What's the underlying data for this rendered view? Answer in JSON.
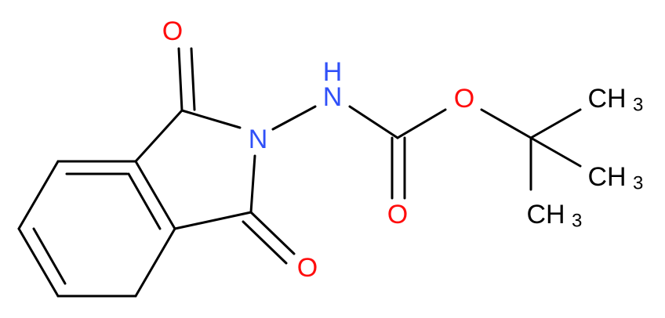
{
  "molecule": {
    "colors": {
      "bond": "#000000",
      "oxygen": "#ff0d0d",
      "nitrogen": "#3050f8",
      "carbon": "#000000"
    },
    "labels": {
      "o_top": "O",
      "o_bottom": "O",
      "n_ring": "N",
      "nh_h": "H",
      "nh_n": "N",
      "o_ester": "O",
      "o_carbonyl": "O",
      "ch3_top_c": "CH",
      "ch3_top_sub": "3",
      "ch3_mid_c": "CH",
      "ch3_mid_sub": "3",
      "ch3_bot_c": "CH",
      "ch3_bot_sub": "3"
    }
  }
}
